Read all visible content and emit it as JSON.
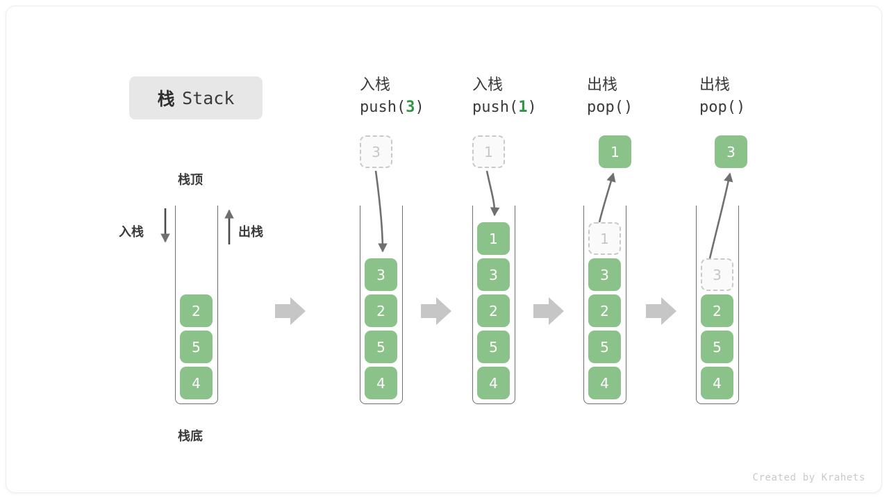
{
  "title": {
    "cn": "栈",
    "en": "Stack"
  },
  "labels": {
    "top": "栈顶",
    "bottom": "栈底",
    "push_side": "入栈",
    "pop_side": "出栈"
  },
  "watermark": "Created by Krahets",
  "colors": {
    "cell_green": "#8bc28a",
    "cell_text": "#ffffff",
    "ghost_border": "#c9c9c9",
    "ghost_text": "#c6c6c6",
    "arrow_gray": "#6f6f6f",
    "step_arrow": "#c6c6c6",
    "badge_bg": "#e7e7e7",
    "accent_green": "#2e9544",
    "text_dark": "#3a3a3a"
  },
  "columns": [
    {
      "id": "initial",
      "caption_line1": "",
      "caption_line2": "",
      "cells": [
        {
          "value": "2",
          "style": "solid"
        },
        {
          "value": "5",
          "style": "solid"
        },
        {
          "value": "4",
          "style": "solid"
        }
      ],
      "floating": null,
      "result": null
    },
    {
      "id": "push-3",
      "caption_line1": "入栈",
      "caption_line2_pre": "push(",
      "caption_line2_arg": "3",
      "caption_line2_post": ")",
      "floating": {
        "value": "3",
        "style": "ghost"
      },
      "cells": [
        {
          "value": "3",
          "style": "solid"
        },
        {
          "value": "2",
          "style": "solid"
        },
        {
          "value": "5",
          "style": "solid"
        },
        {
          "value": "4",
          "style": "solid"
        }
      ]
    },
    {
      "id": "push-1",
      "caption_line1": "入栈",
      "caption_line2_pre": "push(",
      "caption_line2_arg": "1",
      "caption_line2_post": ")",
      "floating": {
        "value": "1",
        "style": "ghost"
      },
      "cells": [
        {
          "value": "1",
          "style": "solid"
        },
        {
          "value": "3",
          "style": "solid"
        },
        {
          "value": "2",
          "style": "solid"
        },
        {
          "value": "5",
          "style": "solid"
        },
        {
          "value": "4",
          "style": "solid"
        }
      ]
    },
    {
      "id": "pop-1",
      "caption_line1": "出栈",
      "caption_line2_pre": "pop(",
      "caption_line2_arg": "",
      "caption_line2_post": ")",
      "result": {
        "value": "1",
        "style": "solid"
      },
      "cells": [
        {
          "value": "1",
          "style": "ghost"
        },
        {
          "value": "3",
          "style": "solid"
        },
        {
          "value": "2",
          "style": "solid"
        },
        {
          "value": "5",
          "style": "solid"
        },
        {
          "value": "4",
          "style": "solid"
        }
      ]
    },
    {
      "id": "pop-2",
      "caption_line1": "出栈",
      "caption_line2_pre": "pop(",
      "caption_line2_arg": "",
      "caption_line2_post": ")",
      "result": {
        "value": "3",
        "style": "solid"
      },
      "cells": [
        {
          "value": "3",
          "style": "ghost"
        },
        {
          "value": "2",
          "style": "solid"
        },
        {
          "value": "5",
          "style": "solid"
        },
        {
          "value": "4",
          "style": "solid"
        }
      ]
    }
  ]
}
